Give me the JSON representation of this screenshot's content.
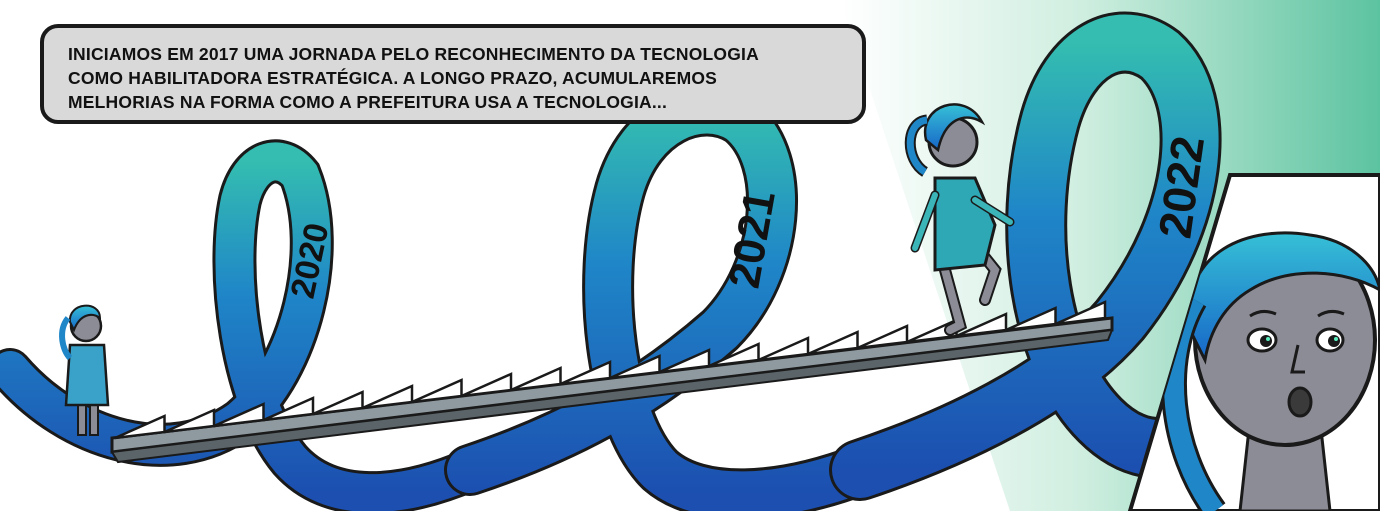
{
  "speech_bubble": {
    "lines": [
      "INICIAMOS EM 2017 UMA JORNADA PELO RECONHECIMENTO DA TECNOLOGIA",
      "COMO HABILITADORA ESTRATÉGICA. A LONGO PRAZO, ACUMULAREMOS",
      "MELHORIAS NA FORMA COMO A PREFEITURA USA A TECNOLOGIA..."
    ]
  },
  "ribbon_years": [
    "2020",
    "2021",
    "2022"
  ],
  "colors": {
    "ribbon_dark": "#1c5fb4",
    "ribbon_light": "#33b8b0",
    "background_teal": "#5cc3a0",
    "hair": "#1e8fd6",
    "skin": "#8c8c96",
    "outline": "#1a1a1a",
    "bubble_fill": "#d9d9d9"
  }
}
